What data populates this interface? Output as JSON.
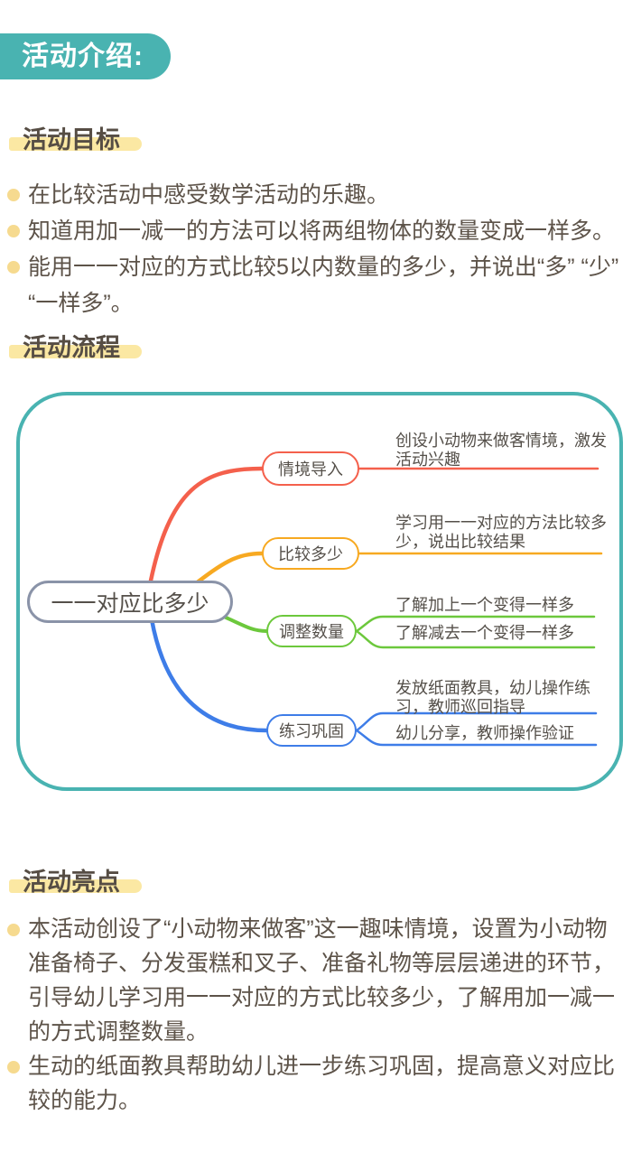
{
  "badge": "活动介绍:",
  "colors": {
    "teal": "#49b3b1",
    "heading_highlight": "#fbe8a3",
    "bullet_dot": "#f6da8f",
    "body_text": "#5d5349",
    "branch_red": "#f4604c",
    "branch_orange": "#f7a921",
    "branch_green": "#6cc83c",
    "branch_blue": "#3e7de8",
    "center_gray": "#8a93a8"
  },
  "sections": {
    "goals": {
      "heading": "活动目标",
      "items": [
        "在比较活动中感受数学活动的乐趣。",
        "知道用加一减一的方法可以将两组物体的数量变成一样多。",
        "能用一一对应的方式比较5以内数量的多少，并说出“多” “少” “一样多”。"
      ]
    },
    "flow": {
      "heading": "活动流程"
    },
    "highlights": {
      "heading": "活动亮点",
      "items": [
        "本活动创设了“小动物来做客”这一趣味情境，设置为小动物准备椅子、分发蛋糕和叉子、准备礼物等层层递进的环节，引导幼儿学习用一一对应的方式比较多少，了解用加一减一的方式调整数量。",
        "生动的纸面教具帮助幼儿进一步练习巩固，提高意义对应比较的能力。"
      ]
    }
  },
  "mindmap": {
    "center": {
      "label": "一一对应比多少"
    },
    "branches": [
      {
        "label": "情境导入",
        "color": "#f4604c",
        "notes": [
          "创设小动物来做客情境，激发活动兴趣"
        ]
      },
      {
        "label": "比较多少",
        "color": "#f7a921",
        "notes": [
          "学习用一一对应的方法比较多少，说出比较结果"
        ]
      },
      {
        "label": "调整数量",
        "color": "#6cc83c",
        "notes": [
          "了解加上一个变得一样多",
          "了解减去一个变得一样多"
        ]
      },
      {
        "label": "练习巩固",
        "color": "#3e7de8",
        "notes": [
          "发放纸面教具，幼儿操作练习，教师巡回指导",
          "幼儿分享，教师操作验证"
        ]
      }
    ]
  }
}
